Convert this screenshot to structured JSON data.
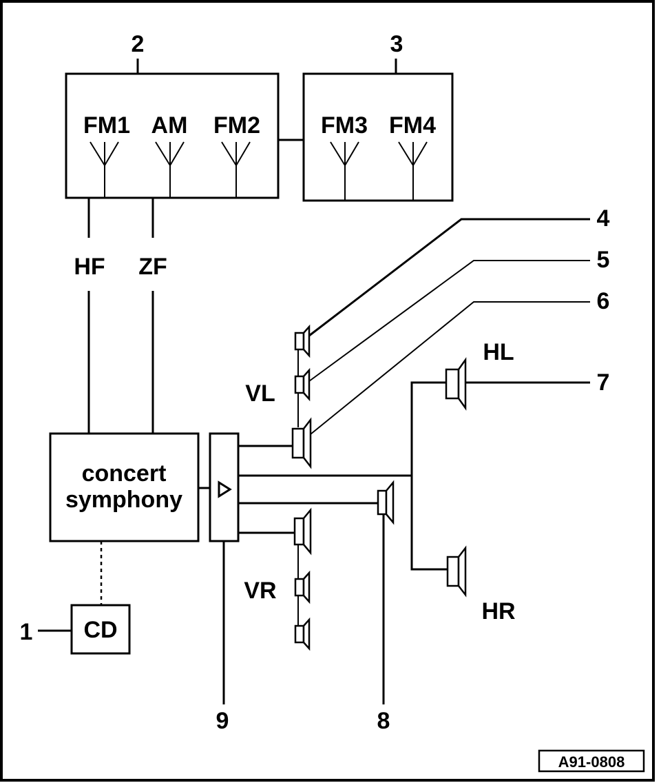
{
  "numbers": {
    "n1": "1",
    "n2": "2",
    "n3": "3",
    "n4": "4",
    "n5": "5",
    "n6": "6",
    "n7": "7",
    "n8": "8",
    "n9": "9"
  },
  "antennas": {
    "fm1": "FM1",
    "am": "AM",
    "fm2": "FM2",
    "fm3": "FM3",
    "fm4": "FM4"
  },
  "signals": {
    "hf": "HF",
    "zf": "ZF"
  },
  "radio": {
    "line1": "concert",
    "line2": "symphony"
  },
  "cd": "CD",
  "speaker_groups": {
    "vl": "VL",
    "vr": "VR",
    "hl": "HL",
    "hr": "HR"
  },
  "figure_id": "A91-0808"
}
